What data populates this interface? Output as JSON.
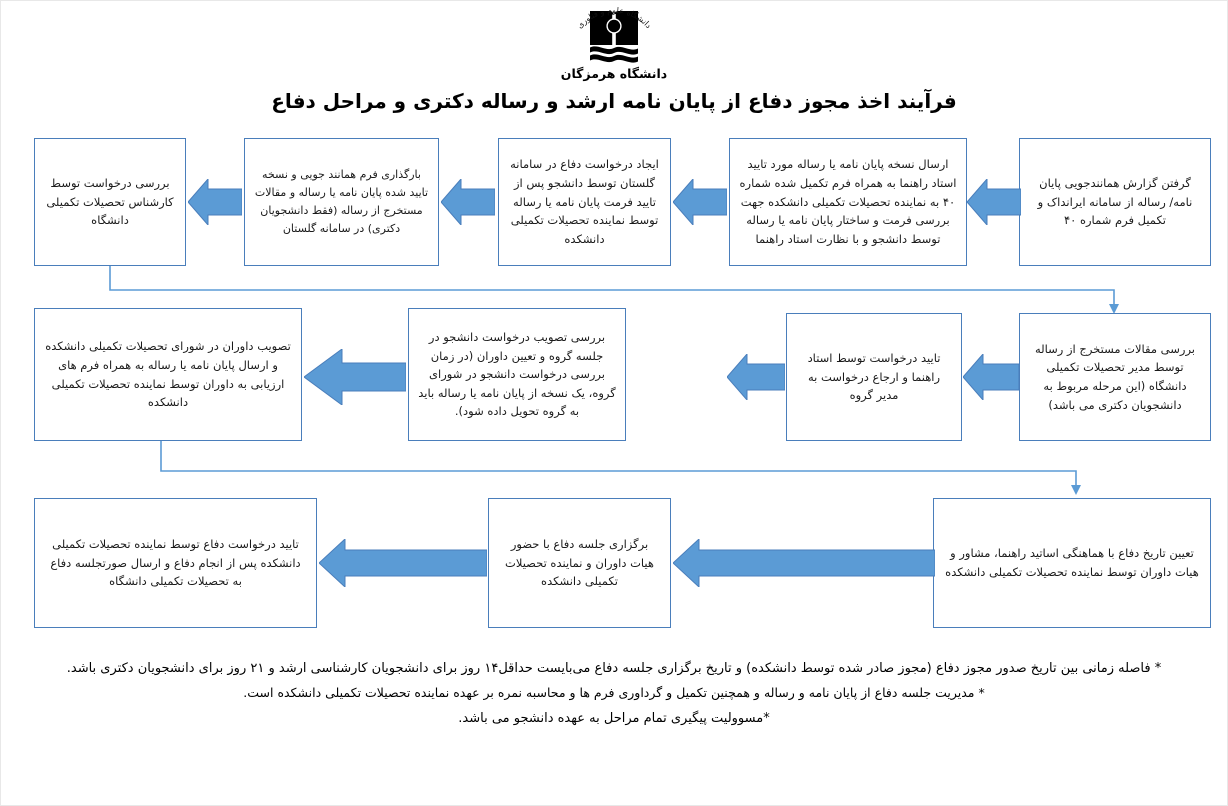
{
  "header": {
    "logo_caption": "دانشگاه هرمزگان",
    "logo_ring_text": "دانشگاه علوم و فناوری",
    "title": "فرآیند اخذ مجوز دفاع از پایان نامه ارشد و رساله دکتری و مراحل دفاع"
  },
  "colors": {
    "box_border": "#4a7ebb",
    "arrow_fill": "#5b9bd5",
    "arrow_stroke": "#4a7ebb",
    "connector": "#5b9bd5",
    "text": "#1a1a1a"
  },
  "flow": {
    "row1": [
      {
        "id": "step-1",
        "text": "گرفتن گزارش همانندجویی  پایان نامه/ رساله از سامانه ایرانداک و تکمیل فرم شماره ۴۰"
      },
      {
        "id": "step-2",
        "text": "ارسال نسخه پایان نامه یا رساله مورد تایید استاد راهنما به همراه فرم تکمیل شده شماره ۴۰ به نماینده تحصیلات تکمیلی دانشکده جهت بررسی فرمت و ساختار پایان نامه یا رساله توسط دانشجو و با نظارت استاد راهنما"
      },
      {
        "id": "step-3",
        "text": "ایجاد درخواست دفاع در سامانه گلستان توسط دانشجو پس از تایید فرمت پایان نامه یا رساله توسط نماینده تحصیلات تکمیلی دانشکده"
      },
      {
        "id": "step-4",
        "text": "بارگذاری فرم همانند جویی و نسخه تایید شده پایان نامه یا رساله و مقالات مستخرج از رساله (فقط دانشجویان دکتری) در سامانه گلستان"
      },
      {
        "id": "step-5",
        "text": "بررسی درخواست توسط کارشناس تحصیلات تکمیلی دانشگاه"
      }
    ],
    "row2": [
      {
        "id": "step-6",
        "text": "بررسی مقالات مستخرج از رساله توسط مدیر تحصیلات تکمیلی دانشگاه (این مرحله مربوط به دانشجویان دکتری می باشد)"
      },
      {
        "id": "step-7",
        "text": "تایید درخواست توسط استاد راهنما و ارجاع درخواست به مدیر گروه"
      },
      {
        "id": "step-8",
        "text": "بررسی تصویب درخواست دانشجو در جلسه گروه و تعیین داوران (در زمان بررسی درخواست دانشجو در شورای گروه، یک نسخه از پایان نامه یا رساله باید به گروه تحویل داده شود)."
      },
      {
        "id": "step-9",
        "text": "تصویب داوران در شورای تحصیلات تکمیلی دانشکده و ارسال پایان نامه یا رساله به همراه فرم های ارزیابی به داوران توسط نماینده تحصیلات تکمیلی دانشکده"
      }
    ],
    "row3": [
      {
        "id": "step-10",
        "text": "تعیین تاریخ دفاع با هماهنگی اساتید راهنما، مشاور و هیات داوران توسط نماینده تحصیلات تکمیلی دانشکده"
      },
      {
        "id": "step-11",
        "text": "برگزاری جلسه دفاع با حضور هیات داوران و نماینده تحصیلات تکمیلی دانشکده"
      },
      {
        "id": "step-12",
        "text": "تایید درخواست دفاع توسط نماینده تحصیلات تکمیلی دانشکده پس از انجام دفاع و ارسال صورتجلسه دفاع به تحصیلات تکمیلی دانشگاه"
      }
    ]
  },
  "notes": {
    "note1": "* فاصله زمانی بین تاریخ صدور مجوز دفاع (مجوز صادر شده توسط دانشکده) و تاریخ برگزاری جلسه دفاع می‌بایست حداقل۱۴ روز برای دانشجویان کارشناسی ارشد و ۲۱ روز برای دانشجویان دکتری باشد.",
    "note2": "* مدیریت جلسه دفاع از پایان نامه و رساله و همچنین تکمیل و گرداوری فرم ها و محاسبه نمره بر عهده نماینده تحصیلات تکمیلی دانشکده است.",
    "note3": "*مسوولیت پیگیری تمام مراحل به عهده دانشجو می باشد."
  }
}
